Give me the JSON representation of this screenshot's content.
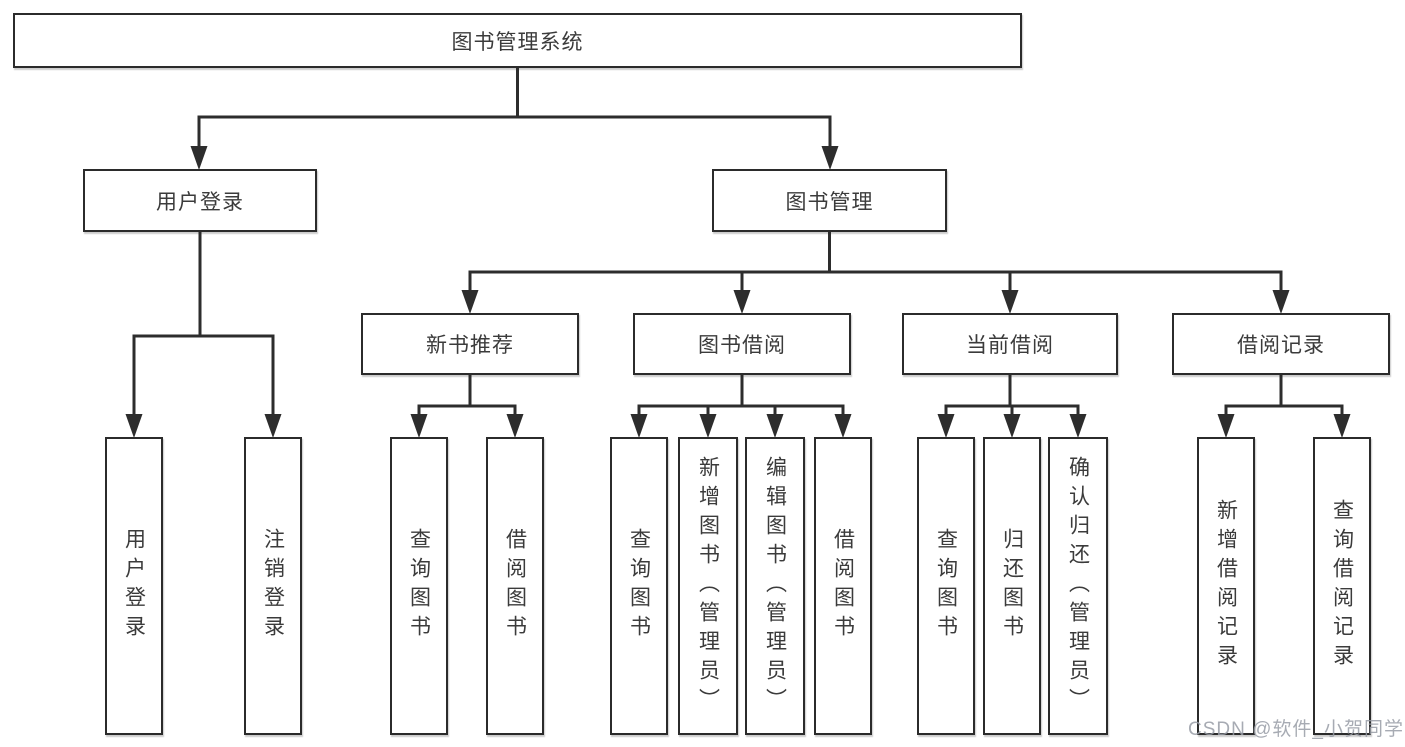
{
  "diagram": {
    "tree": {
      "label": "图书管理系统",
      "children": [
        {
          "label": "用户登录",
          "children": [
            {
              "label": "用户登录"
            },
            {
              "label": "注销登录"
            }
          ]
        },
        {
          "label": "图书管理",
          "children": [
            {
              "label": "新书推荐",
              "children": [
                {
                  "label": "查询图书"
                },
                {
                  "label": "借阅图书"
                }
              ]
            },
            {
              "label": "图书借阅",
              "children": [
                {
                  "label": "查询图书"
                },
                {
                  "label": "新增图书（管理员）"
                },
                {
                  "label": "编辑图书（管理员）"
                },
                {
                  "label": "借阅图书"
                }
              ]
            },
            {
              "label": "当前借阅",
              "children": [
                {
                  "label": "查询图书"
                },
                {
                  "label": "归还图书"
                },
                {
                  "label": "确认归还（管理员）"
                }
              ]
            },
            {
              "label": "借阅记录",
              "children": [
                {
                  "label": "新增借阅记录"
                },
                {
                  "label": "查询借阅记录"
                }
              ]
            }
          ]
        }
      ]
    },
    "line_color": "#2d2d2d",
    "box_border_color": "#2b2b2b",
    "text_color": "#3b3b3b",
    "background_color": "#ffffff"
  },
  "watermark": {
    "text": "CSDN @软件_小贺同学",
    "color": "#989ca6"
  }
}
